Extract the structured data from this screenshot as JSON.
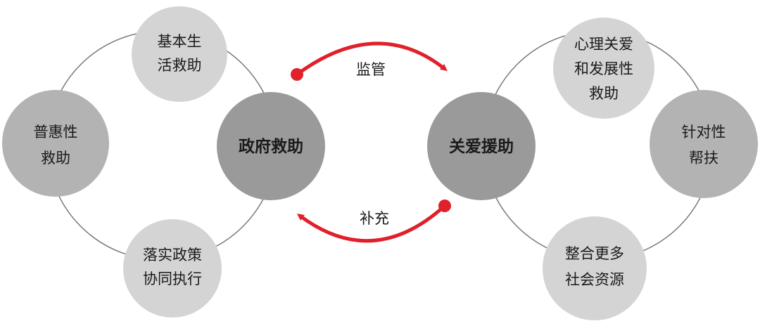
{
  "left_cluster": {
    "hub": {
      "label": "政府救助"
    },
    "satellites": [
      {
        "id": "basic",
        "lines": [
          "基本生",
          "活救助"
        ]
      },
      {
        "id": "universal",
        "lines": [
          "普惠性",
          "救助"
        ]
      },
      {
        "id": "policy",
        "lines": [
          "落实政策",
          "协同执行"
        ]
      }
    ]
  },
  "right_cluster": {
    "hub": {
      "label": "关爱援助"
    },
    "satellites": [
      {
        "id": "psych",
        "lines": [
          "心理关爱",
          "和发展性",
          "救助"
        ]
      },
      {
        "id": "targeted",
        "lines": [
          "针对性",
          "帮扶"
        ]
      },
      {
        "id": "resources",
        "lines": [
          "整合更多",
          "社会资源"
        ]
      }
    ]
  },
  "links": {
    "top": {
      "label": "监管"
    },
    "bottom": {
      "label": "补充"
    }
  },
  "colors": {
    "ring": "#777777",
    "hub_fill": "#9a9a9a",
    "medium_fill": "#b3b3b3",
    "light_fill": "#d4d4d4",
    "arrow": "#e0202a"
  }
}
